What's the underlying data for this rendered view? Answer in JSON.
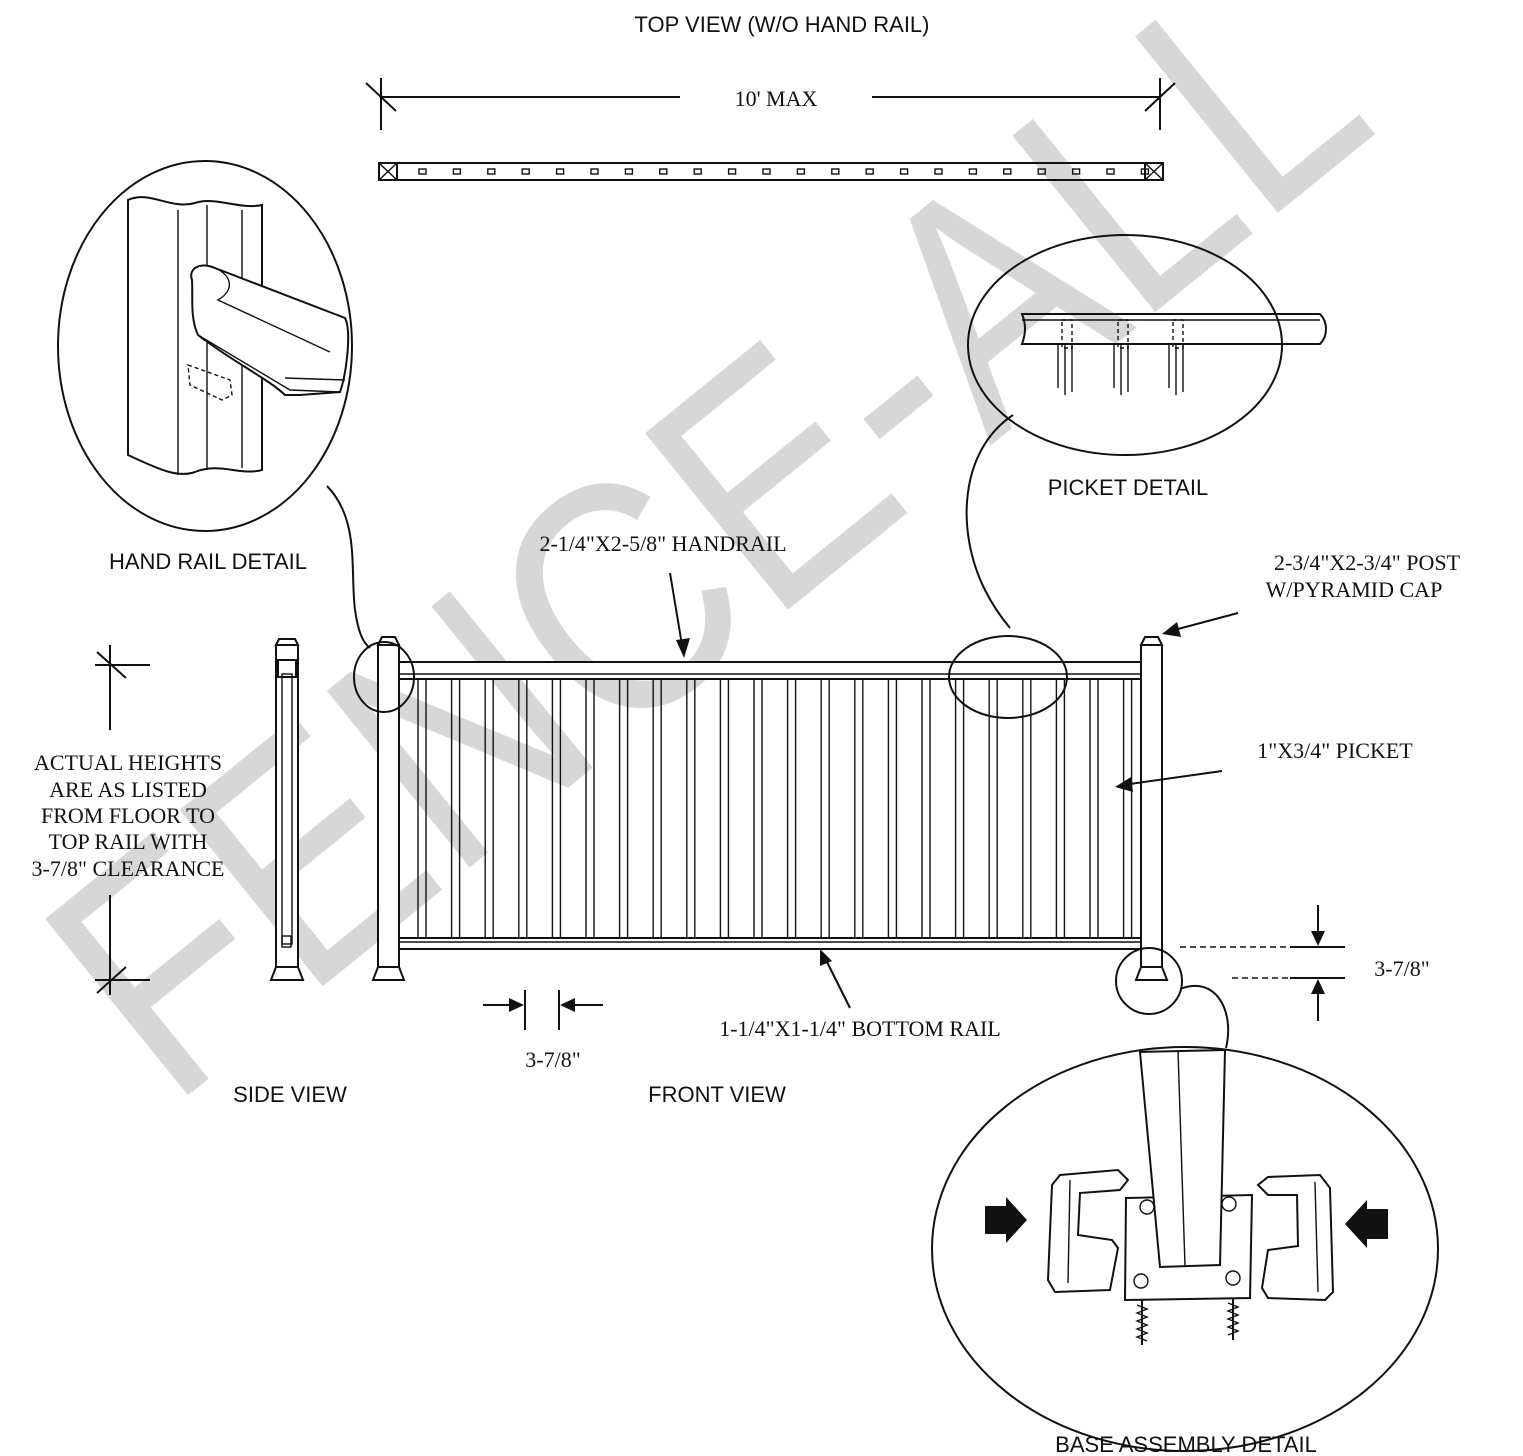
{
  "labels": {
    "top_view": "TOP VIEW (W/O HAND RAIL)",
    "max_span": "10' MAX",
    "hand_rail_detail": "HAND RAIL DETAIL",
    "picket_detail": "PICKET DETAIL",
    "handrail": "2-1/4\"X2-5/8\" HANDRAIL",
    "post_line1": "2-3/4\"X2-3/4\" POST",
    "post_line2": "W/PYRAMID CAP",
    "picket": "1\"X3/4\" PICKET",
    "heights_note": [
      "ACTUAL HEIGHTS",
      "ARE AS LISTED",
      "FROM FLOOR TO",
      "TOP RAIL WITH",
      "3-7/8\" CLEARANCE"
    ],
    "clearance_right": "3-7/8\"",
    "picket_spacing": "3-7/8\"",
    "bottom_rail": "1-1/4\"X1-1/4\" BOTTOM RAIL",
    "side_view": "SIDE VIEW",
    "front_view": "FRONT VIEW",
    "base_assembly_detail": "BASE ASSEMBLY DETAIL",
    "watermark": "FENCE-ALL"
  },
  "colors": {
    "line": "#111111",
    "watermark": "#d7d7d7",
    "background": "#ffffff"
  }
}
